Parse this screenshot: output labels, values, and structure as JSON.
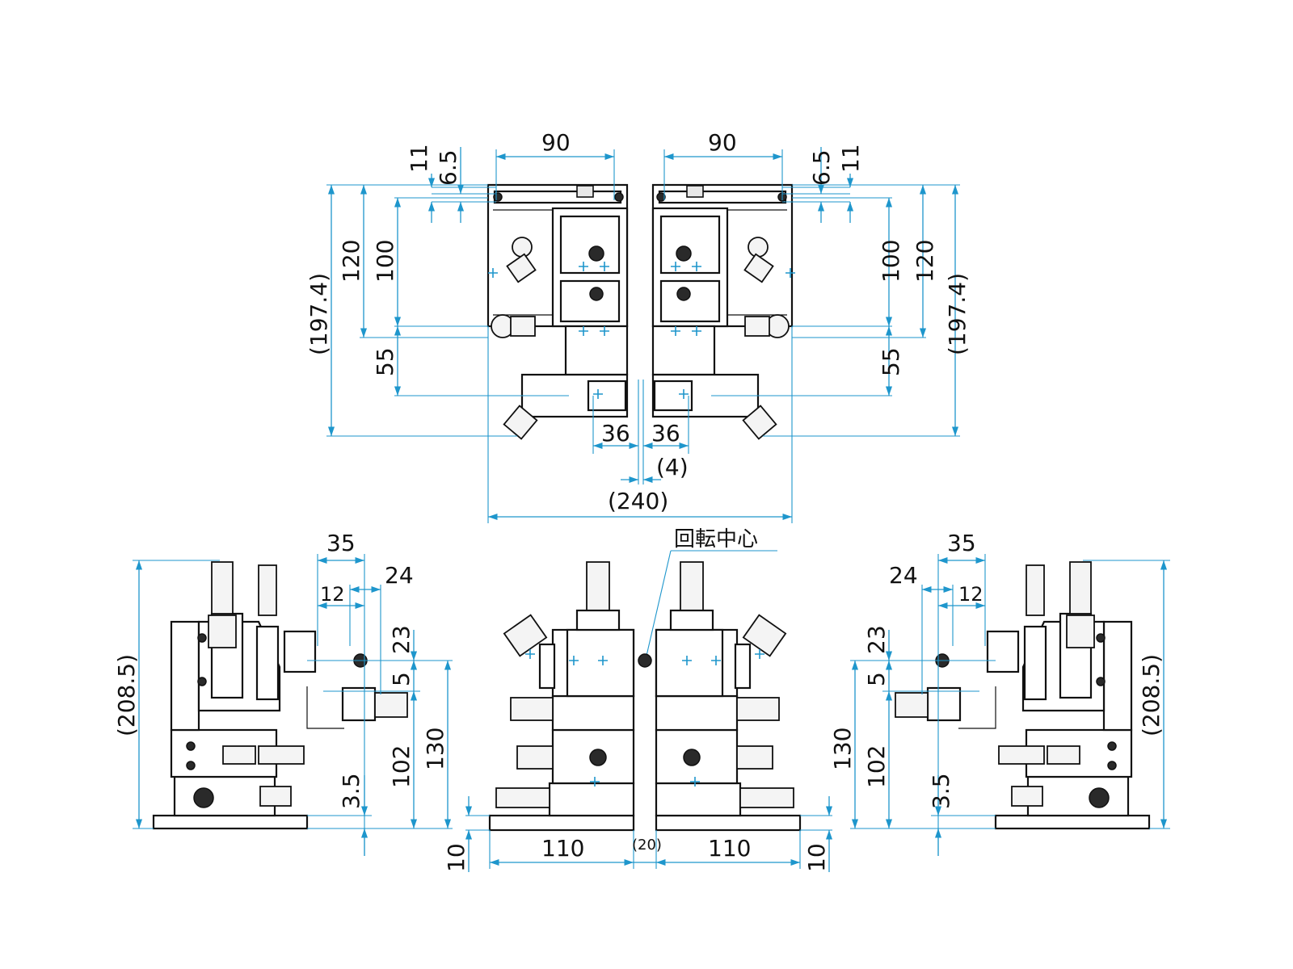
{
  "diagram": {
    "rotation_center_label": "回転中心",
    "top_view": {
      "width_left": "90",
      "width_right": "90",
      "offset_11_left": "11",
      "offset_6_5_left": "6.5",
      "offset_11_right": "11",
      "offset_6_5_right": "6.5",
      "height_197_4_left": "(197.4)",
      "height_120_left": "120",
      "height_100_left": "100",
      "height_55_left": "55",
      "height_197_4_right": "(197.4)",
      "height_120_right": "120",
      "height_100_right": "100",
      "height_55_right": "55",
      "bottom_36_left": "36",
      "bottom_36_right": "36",
      "gap_4": "(4)",
      "total_240": "(240)"
    },
    "side_view_left": {
      "height_208_5": "(208.5)",
      "dim_35": "35",
      "dim_24": "24",
      "dim_12": "12",
      "dim_23": "23",
      "dim_5": "5",
      "dim_102": "102",
      "dim_130": "130",
      "dim_3_5": "3.5"
    },
    "front_view": {
      "base_110_left": "110",
      "base_110_right": "110",
      "gap_20": "(20)",
      "thick_10_left": "10",
      "thick_10_right": "10"
    },
    "side_view_right": {
      "height_208_5": "(208.5)",
      "dim_35": "35",
      "dim_24": "24",
      "dim_12": "12",
      "dim_23": "23",
      "dim_5": "5",
      "dim_102": "102",
      "dim_130": "130",
      "dim_3_5": "3.5"
    }
  },
  "colors": {
    "dimension": "#1e96cc",
    "outline": "#111111"
  }
}
